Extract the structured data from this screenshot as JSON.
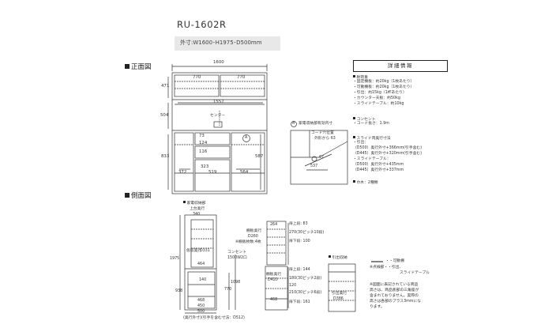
{
  "product": {
    "model": "RU-1602R",
    "dimensions": "外寸:W1600･H1975･D500mm"
  },
  "front_view": {
    "heading": "正面図",
    "width_total": "1600",
    "upper_left": "770",
    "upper_right": "770",
    "upper_height": "471",
    "inner_width": "1557",
    "mid_height": "504",
    "center_label": "センター",
    "drawer_a": "73",
    "drawer_b": "124",
    "drawer_c": "116",
    "drawer_d": "323",
    "lower_height": "833",
    "lower_depth": "587",
    "left_width": "372",
    "mid_width": "519",
    "right_width": "564",
    "marker": "A"
  },
  "detail_a": {
    "label": "家電収納部有効内寸",
    "marker": "A",
    "cord_hole": "コード穴位置",
    "cord_outer": "外形から 63",
    "dim_537": "537",
    "dim_67": "67"
  },
  "spec": {
    "header": "詳細情報",
    "sections": [
      {
        "title": "耐荷重",
        "lines": [
          "・固定棚板：約20kg（1枚あたり）",
          "・可動棚板：約20kg（1枚あたり）",
          "・引出：約15kg（1杯あたり）",
          "・カウンター天板：約50kg",
          "・スライドテーブル：約10kg"
        ]
      },
      {
        "title": "コンセント",
        "lines": [
          "・コード長さ：1.9m"
        ]
      },
      {
        "title": "スライド両奥行寸法",
        "lines": [
          "・引出：",
          "（D500）奥行外寸+366mm(引手含む)",
          "（D445）奥行外寸+320mm(引手含む)",
          "・スライドテーブル：",
          "（D500）奥行外寸+435mm",
          "（D445）奥行外寸+337mm"
        ]
      },
      {
        "title": "巾木：2種類",
        "lines": []
      }
    ]
  },
  "side_view": {
    "heading": "側面図",
    "appliance_label": "家電収納部",
    "upper_label": "上台奥行",
    "upper_value": "340",
    "height_total": "1975",
    "shelf_depth_label": "仮収奥行",
    "shelf_depth_value": "D331",
    "outlet_label": "コンセント",
    "outlet_value": "1500W2口",
    "dim_464": "464",
    "dim_140": "140",
    "dim_938": "938",
    "dim_770": "770",
    "dim_1098": "1098",
    "dim_468": "468",
    "dim_450": "450",
    "dim_500": "500",
    "footnote": "(奥行外寸)(引手を含む寸法：D512)"
  },
  "shelf_side": {
    "shelf_label": "棚板奥行",
    "shelf_value": "D260",
    "shelf_count": "※棚板枚数:4枚",
    "top_gap": "扉上段: 83",
    "pitch_1": "270(30ピッチ10段)",
    "bottom_gap": "扉下段: 100",
    "dim_264": "264",
    "lower_label": "棚板奥行",
    "lower_value": "D420",
    "lower_top": "扉上段: 144",
    "pitch_2": "180(30ピッチ2段)",
    "dim_120": "120",
    "pitch_3": "210(30ピッチ6段)",
    "lower_bottom": "扉下段: 161",
    "dim_468": "468"
  },
  "drawer_side": {
    "heading": "引出収納",
    "drawer_depth_label": "引出奥行",
    "drawer_depth_value": "D386"
  },
  "legend": {
    "movable": "・・可動棚",
    "dotted": "※点線部・・引出、",
    "slide": "スライドテーブル",
    "note1": "※図面に表記されている商品",
    "note2": "高さは、商品底部の三角座が",
    "note3": "含まれておりません。実際の",
    "note4": "高さは各部のプラス3mmにな",
    "note5": "ります。"
  }
}
